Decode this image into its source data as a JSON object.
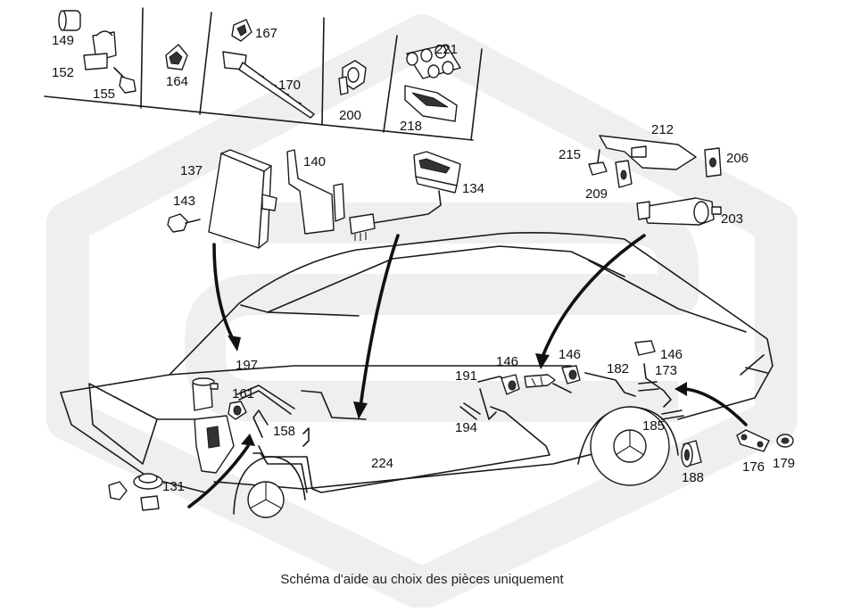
{
  "caption": "Schéma d'aide au choix des pièces uniquement",
  "colors": {
    "line": "#1a1a1a",
    "watermark": "#efefef",
    "background": "#ffffff"
  },
  "parts": {
    "p149": "149",
    "p152": "152",
    "p155": "155",
    "p164": "164",
    "p167": "167",
    "p170": "170",
    "p200": "200",
    "p221": "221",
    "p218": "218",
    "p137": "137",
    "p143": "143",
    "p140": "140",
    "p134": "134",
    "p212": "212",
    "p215": "215",
    "p206": "206",
    "p209": "209",
    "p203": "203",
    "p197": "197",
    "p161": "161",
    "p158": "158",
    "p131": "131",
    "p224": "224",
    "p191": "191",
    "p194": "194",
    "p146a": "146",
    "p146b": "146",
    "p146c": "146",
    "p182": "182",
    "p173": "173",
    "p185": "185",
    "p188": "188",
    "p176": "176",
    "p179": "179"
  }
}
